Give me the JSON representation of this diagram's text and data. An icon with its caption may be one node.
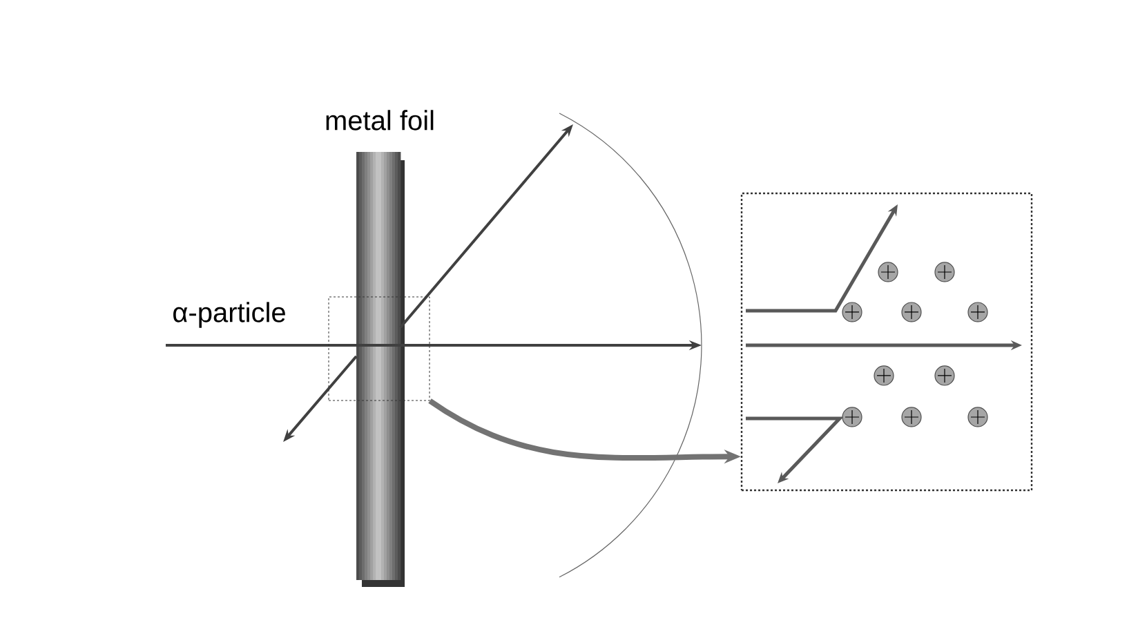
{
  "diagram": {
    "nodes": [
      {
        "text": [],
        "shape": "box"
      },
      {
        "text": [],
        "shape": "box"
      }
    ],
    "edges": [
      {
        "from": 0,
        "to": 1,
        "arrow": "to"
      }
    ],
    "labels": [
      "metal foil",
      "α-particle"
    ]
  }
}
